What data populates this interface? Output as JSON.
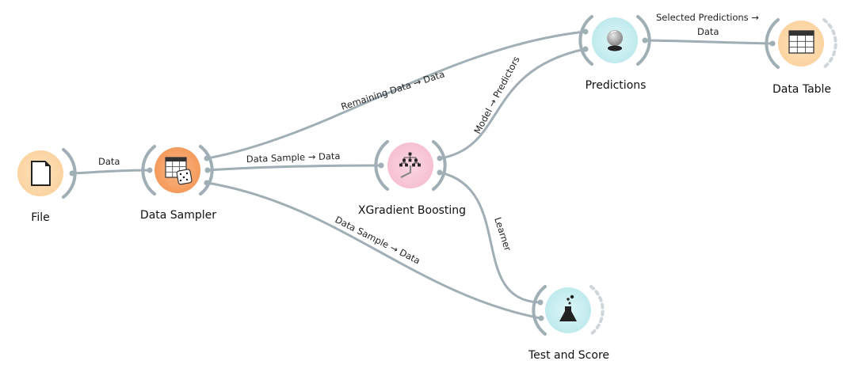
{
  "canvas": {
    "background": "#ffffff",
    "link_color": "#a0aeb5"
  },
  "nodes": [
    {
      "id": "file",
      "label": "File",
      "icon": "file-icon",
      "color": "#fbd6a4"
    },
    {
      "id": "data_sampler",
      "label": "Data Sampler",
      "icon": "data-sampler-icon",
      "color": "#f7a46b"
    },
    {
      "id": "xgb",
      "label": "XGradient Boosting",
      "icon": "tree-icon",
      "color": "#f8c6d6"
    },
    {
      "id": "predictions",
      "label": "Predictions",
      "icon": "crystal-ball-icon",
      "color": "#c8eef0"
    },
    {
      "id": "data_table",
      "label": "Data Table",
      "icon": "table-icon",
      "color": "#fbd6a4"
    },
    {
      "id": "test_score",
      "label": "Test and Score",
      "icon": "flask-icon",
      "color": "#c8eef0"
    }
  ],
  "links": [
    {
      "from": "file",
      "to": "data_sampler",
      "label": "Data"
    },
    {
      "from": "data_sampler",
      "to": "predictions",
      "label": "Remaining Data → Data"
    },
    {
      "from": "data_sampler",
      "to": "xgb",
      "label": "Data Sample → Data"
    },
    {
      "from": "data_sampler",
      "to": "test_score",
      "label": "Data Sample → Data"
    },
    {
      "from": "xgb",
      "to": "predictions",
      "label": "Model → Predictors"
    },
    {
      "from": "xgb",
      "to": "test_score",
      "label": "Learner"
    },
    {
      "from": "predictions",
      "to": "data_table",
      "label_line1": "Selected Predictions →",
      "label_line2": "Data"
    }
  ]
}
